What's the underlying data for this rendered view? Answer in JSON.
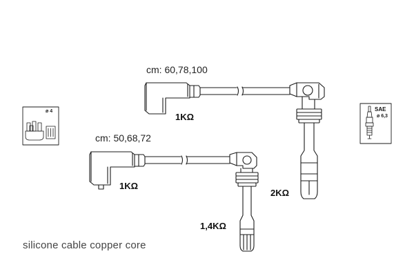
{
  "wires": [
    {
      "lengths": "cm: 60,78,100",
      "end_resistance": "1KΩ",
      "plug_resistance": "2KΩ"
    },
    {
      "lengths": "cm: 50,68,72",
      "end_resistance": "1KΩ",
      "plug_resistance": "1,4KΩ"
    }
  ],
  "distributor_icon": {
    "label": "ø 4"
  },
  "spark_plug_icon": {
    "standard": "SAE",
    "diameter": "ø 6,3"
  },
  "caption": "silicone cable copper core"
}
